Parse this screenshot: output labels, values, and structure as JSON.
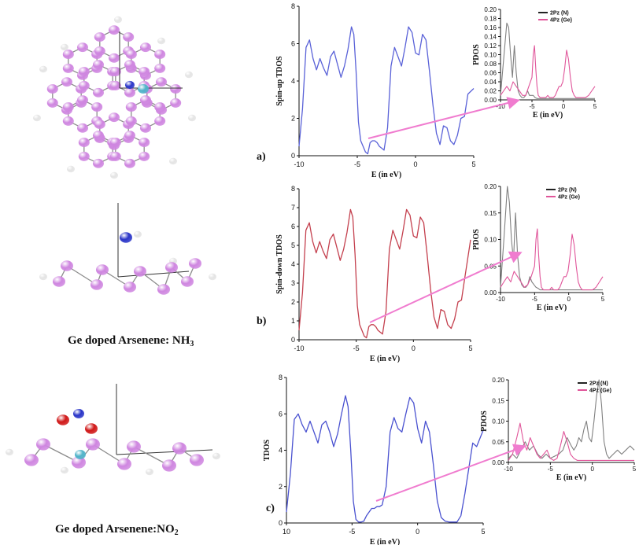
{
  "captions": {
    "nh3": "Ge doped Arsenene: NH",
    "nh3_sub": "3",
    "no2": "Ge doped Arsenene:NO",
    "no2_sub": "2"
  },
  "colors": {
    "as_atom": "#cf86e0",
    "h_atom": "#e4e4e4",
    "n_atom": "#2a35c8",
    "ge_atom": "#4fb3c9",
    "o_atom": "#d01818",
    "arrow": "#f07ccf"
  },
  "chart_data": [
    {
      "type": "line",
      "panel_label": "a)",
      "xlabel": "E (in eV)",
      "ylabel": "Spin-up TDOS",
      "xlim": [
        -10,
        5
      ],
      "ylim": [
        0,
        8
      ],
      "xticks": [
        "-10",
        "-5",
        "0",
        "5"
      ],
      "yticks": [
        "0",
        "2",
        "4",
        "6",
        "8"
      ],
      "series": [
        {
          "color": "#5a62d8",
          "x": [
            -10,
            -9.7,
            -9.4,
            -9.1,
            -8.8,
            -8.5,
            -8.2,
            -7.9,
            -7.6,
            -7.3,
            -7.0,
            -6.7,
            -6.4,
            -6.1,
            -5.8,
            -5.5,
            -5.3,
            -5.1,
            -4.9,
            -4.7,
            -4.5,
            -4.3,
            -4.1,
            -3.9,
            -3.7,
            -3.5,
            -3.3,
            -3.1,
            -2.9,
            -2.7,
            -2.4,
            -2.1,
            -1.8,
            -1.5,
            -1.2,
            -0.9,
            -0.6,
            -0.3,
            0.0,
            0.3,
            0.6,
            0.9,
            1.2,
            1.5,
            1.8,
            2.1,
            2.4,
            2.7,
            3.0,
            3.3,
            3.6,
            3.9,
            4.2,
            4.5,
            5.0
          ],
          "y": [
            0.5,
            2.5,
            5.8,
            6.2,
            5.2,
            4.6,
            5.2,
            4.7,
            4.3,
            5.3,
            5.6,
            4.9,
            4.2,
            4.8,
            5.7,
            6.9,
            6.5,
            4.5,
            1.8,
            0.8,
            0.5,
            0.2,
            0.1,
            0.7,
            0.8,
            0.8,
            0.7,
            0.5,
            0.4,
            0.3,
            1.5,
            4.8,
            5.8,
            5.3,
            4.8,
            5.8,
            6.9,
            6.6,
            5.5,
            5.4,
            6.5,
            6.2,
            4.5,
            2.7,
            1.2,
            0.6,
            1.6,
            1.5,
            0.8,
            0.6,
            1.1,
            2.0,
            2.1,
            3.3,
            3.6
          ]
        }
      ]
    },
    {
      "type": "line",
      "panel_label": "",
      "xlabel": "E (in eV)",
      "ylabel": "PDOS",
      "xlim": [
        -10,
        5
      ],
      "ylim": [
        0,
        0.2
      ],
      "xticks": [
        "-10",
        "-5",
        "0",
        "5"
      ],
      "yticks": [
        "0.00",
        "0.02",
        "0.04",
        "0.06",
        "0.08",
        "0.10",
        "0.12",
        "0.14",
        "0.16",
        "0.18",
        "0.20"
      ],
      "legend": [
        "2Pz (N)",
        "4Pz (Ge)"
      ],
      "series": [
        {
          "name": "2Pz (N)",
          "color": "#808080",
          "x": [
            -10,
            -9.5,
            -9.0,
            -8.7,
            -8.4,
            -8.1,
            -7.8,
            -7.5,
            -7.2,
            -6.9,
            -6.6,
            -6.3,
            -6.0,
            -5.7,
            -5.4,
            -5.1,
            -4.8,
            -4.5,
            -4.2,
            -3.9,
            -3.6,
            -3.3,
            -3.0,
            -2.5,
            -2.0,
            -1.5,
            -1.0,
            -0.5,
            0.0,
            0.5,
            1.0,
            1.5,
            2.0,
            2.5,
            3.0,
            3.5,
            4.0,
            4.5,
            5.0
          ],
          "y": [
            0.01,
            0.09,
            0.17,
            0.16,
            0.1,
            0.05,
            0.12,
            0.06,
            0.02,
            0.01,
            0.005,
            0.005,
            0.01,
            0.02,
            0.01,
            0.01,
            0.01,
            0.005,
            0.003,
            0.003,
            0.003,
            0.003,
            0.003,
            0.003,
            0.003,
            0.003,
            0.003,
            0.003,
            0.003,
            0.003,
            0.003,
            0.003,
            0.003,
            0.003,
            0.003,
            0.003,
            0.003,
            0.003,
            0.003
          ]
        },
        {
          "name": "4Pz (Ge)",
          "color": "#e0559a",
          "x": [
            -10,
            -9.5,
            -9.0,
            -8.5,
            -8.0,
            -7.5,
            -7.0,
            -6.5,
            -6.0,
            -5.5,
            -5.0,
            -4.8,
            -4.6,
            -4.4,
            -4.2,
            -4.0,
            -3.7,
            -3.4,
            -3.1,
            -2.8,
            -2.5,
            -2.2,
            -1.9,
            -1.6,
            -1.3,
            -1.0,
            -0.7,
            -0.4,
            -0.1,
            0.2,
            0.5,
            0.8,
            1.1,
            1.4,
            1.7,
            2.0,
            2.5,
            3.0,
            3.5,
            4.0,
            4.5,
            5.0
          ],
          "y": [
            0.01,
            0.02,
            0.03,
            0.02,
            0.04,
            0.03,
            0.02,
            0.01,
            0.01,
            0.03,
            0.05,
            0.1,
            0.12,
            0.07,
            0.03,
            0.01,
            0.005,
            0.005,
            0.005,
            0.005,
            0.01,
            0.005,
            0.005,
            0.005,
            0.01,
            0.02,
            0.03,
            0.03,
            0.04,
            0.07,
            0.11,
            0.09,
            0.05,
            0.02,
            0.01,
            0.005,
            0.005,
            0.005,
            0.005,
            0.01,
            0.02,
            0.03
          ]
        }
      ]
    },
    {
      "type": "line",
      "panel_label": "b)",
      "xlabel": "E (in eV)",
      "ylabel": "Spin-down TDOS",
      "xlim": [
        -10,
        5
      ],
      "ylim": [
        0,
        8
      ],
      "xticks": [
        "-10",
        "-5",
        "0",
        "5"
      ],
      "yticks": [
        "0",
        "1",
        "2",
        "3",
        "4",
        "5",
        "6",
        "7",
        "8"
      ],
      "series": [
        {
          "color": "#c4404e",
          "x": [
            -10,
            -9.7,
            -9.4,
            -9.1,
            -8.8,
            -8.5,
            -8.2,
            -7.9,
            -7.6,
            -7.3,
            -7.0,
            -6.7,
            -6.4,
            -6.1,
            -5.8,
            -5.5,
            -5.3,
            -5.1,
            -4.9,
            -4.7,
            -4.5,
            -4.3,
            -4.1,
            -3.9,
            -3.7,
            -3.5,
            -3.3,
            -3.1,
            -2.9,
            -2.7,
            -2.4,
            -2.1,
            -1.8,
            -1.5,
            -1.2,
            -0.9,
            -0.6,
            -0.3,
            0.0,
            0.3,
            0.6,
            0.9,
            1.2,
            1.5,
            1.8,
            2.1,
            2.4,
            2.7,
            3.0,
            3.3,
            3.6,
            3.9,
            4.2,
            4.5,
            5.0
          ],
          "y": [
            0.5,
            2.5,
            5.8,
            6.2,
            5.2,
            4.6,
            5.2,
            4.7,
            4.3,
            5.3,
            5.6,
            4.9,
            4.2,
            4.8,
            5.7,
            6.9,
            6.5,
            4.5,
            1.8,
            0.8,
            0.5,
            0.2,
            0.1,
            0.7,
            0.8,
            0.8,
            0.7,
            0.5,
            0.4,
            0.3,
            1.5,
            4.8,
            5.8,
            5.3,
            4.8,
            5.8,
            6.9,
            6.6,
            5.5,
            5.4,
            6.5,
            6.2,
            4.5,
            2.7,
            1.2,
            0.6,
            1.6,
            1.5,
            0.8,
            0.6,
            1.1,
            2.0,
            2.1,
            3.3,
            5.3
          ]
        }
      ]
    },
    {
      "type": "line",
      "panel_label": "",
      "xlabel": "E (in eV)",
      "ylabel": "PDOS",
      "xlim": [
        -10,
        5
      ],
      "ylim": [
        0,
        0.2
      ],
      "xticks": [
        "-10",
        "-5",
        "0",
        "5"
      ],
      "yticks": [
        "0.00",
        "0.05",
        "0.10",
        "0.15",
        "0.20"
      ],
      "legend": [
        "2Pz (N)",
        "4Pz (Ge)"
      ],
      "series": [
        {
          "name": "2Pz (N)",
          "color": "#808080",
          "x": [
            -10,
            -9.5,
            -9.0,
            -8.7,
            -8.4,
            -8.1,
            -7.8,
            -7.5,
            -7.2,
            -6.9,
            -6.6,
            -6.3,
            -6.0,
            -5.7,
            -5.4,
            -5.1,
            -4.8,
            -4.5,
            -4.2,
            -3.9,
            -3.6,
            -3.3,
            -3.0,
            -2.5,
            -2.0,
            -1.5,
            -1.0,
            -0.5,
            0.0,
            0.5,
            1.0,
            1.5,
            2.0,
            2.5,
            3.0,
            3.5,
            4.0,
            4.5,
            5.0
          ],
          "y": [
            0.01,
            0.1,
            0.2,
            0.17,
            0.1,
            0.06,
            0.15,
            0.07,
            0.03,
            0.015,
            0.01,
            0.01,
            0.015,
            0.03,
            0.02,
            0.015,
            0.01,
            0.008,
            0.005,
            0.005,
            0.005,
            0.005,
            0.005,
            0.005,
            0.005,
            0.005,
            0.005,
            0.005,
            0.005,
            0.005,
            0.005,
            0.005,
            0.005,
            0.005,
            0.005,
            0.005,
            0.005,
            0.005,
            0.005
          ]
        },
        {
          "name": "4Pz (Ge)",
          "color": "#e0559a",
          "x": [
            -10,
            -9.5,
            -9.0,
            -8.5,
            -8.0,
            -7.5,
            -7.0,
            -6.5,
            -6.0,
            -5.5,
            -5.0,
            -4.8,
            -4.6,
            -4.4,
            -4.2,
            -4.0,
            -3.7,
            -3.4,
            -3.1,
            -2.8,
            -2.5,
            -2.2,
            -1.9,
            -1.6,
            -1.3,
            -1.0,
            -0.7,
            -0.4,
            -0.1,
            0.2,
            0.5,
            0.8,
            1.1,
            1.4,
            1.7,
            2.0,
            2.5,
            3.0,
            3.5,
            4.0,
            4.5,
            5.0
          ],
          "y": [
            0.01,
            0.02,
            0.03,
            0.02,
            0.04,
            0.03,
            0.02,
            0.01,
            0.015,
            0.03,
            0.05,
            0.1,
            0.12,
            0.07,
            0.03,
            0.01,
            0.005,
            0.005,
            0.005,
            0.005,
            0.01,
            0.005,
            0.005,
            0.005,
            0.01,
            0.02,
            0.03,
            0.03,
            0.04,
            0.07,
            0.11,
            0.09,
            0.05,
            0.02,
            0.01,
            0.005,
            0.005,
            0.005,
            0.005,
            0.01,
            0.02,
            0.03
          ]
        }
      ]
    },
    {
      "type": "line",
      "panel_label": "c)",
      "xlabel": "E (in eV)",
      "ylabel": "TDOS",
      "xlim": [
        -10,
        5
      ],
      "ylim": [
        0,
        8
      ],
      "xticks": [
        "10",
        "-5",
        "0",
        "5"
      ],
      "yticks": [
        "0",
        "2",
        "4",
        "6",
        "8"
      ],
      "series": [
        {
          "color": "#4a52d0",
          "x": [
            -10,
            -9.7,
            -9.4,
            -9.1,
            -8.8,
            -8.5,
            -8.2,
            -7.9,
            -7.6,
            -7.3,
            -7.0,
            -6.7,
            -6.4,
            -6.1,
            -5.8,
            -5.5,
            -5.3,
            -5.1,
            -4.9,
            -4.7,
            -4.5,
            -4.3,
            -4.1,
            -3.9,
            -3.7,
            -3.5,
            -3.3,
            -3.1,
            -2.9,
            -2.7,
            -2.4,
            -2.1,
            -1.8,
            -1.5,
            -1.2,
            -0.9,
            -0.6,
            -0.3,
            0.0,
            0.3,
            0.6,
            0.9,
            1.2,
            1.5,
            1.8,
            2.1,
            2.4,
            2.7,
            3.0,
            3.3,
            3.6,
            3.9,
            4.2,
            4.5,
            5.0
          ],
          "y": [
            0.6,
            2.7,
            5.7,
            6.0,
            5.4,
            5.0,
            5.6,
            5.0,
            4.4,
            5.4,
            5.6,
            5.0,
            4.2,
            4.9,
            6.0,
            7.0,
            6.4,
            4.0,
            1.2,
            0.2,
            0.05,
            0.05,
            0.1,
            0.4,
            0.6,
            0.8,
            0.8,
            0.9,
            0.9,
            1.0,
            2.0,
            5.0,
            5.8,
            5.2,
            5.0,
            6.0,
            6.9,
            6.6,
            5.2,
            4.4,
            5.6,
            5.0,
            3.2,
            1.2,
            0.3,
            0.1,
            0.05,
            0.05,
            0.05,
            0.4,
            1.6,
            3.0,
            4.4,
            4.2,
            5.1
          ]
        }
      ]
    },
    {
      "type": "line",
      "panel_label": "",
      "xlabel": "E (in eV)",
      "ylabel": "PDOS",
      "xlim": [
        -10,
        5
      ],
      "ylim": [
        0,
        0.2
      ],
      "xticks": [
        "-10",
        "-5",
        "0",
        "5"
      ],
      "yticks": [
        "0.00",
        "0.05",
        "0.10",
        "0.15",
        "0.20"
      ],
      "legend": [
        "2Pz (N)",
        "4Pz (Ge)"
      ],
      "series": [
        {
          "name": "2Pz (N)",
          "color": "#808080",
          "x": [
            -10,
            -9.5,
            -9.0,
            -8.5,
            -8.0,
            -7.5,
            -7.0,
            -6.5,
            -6.0,
            -5.5,
            -5.0,
            -4.5,
            -4.0,
            -3.5,
            -3.0,
            -2.5,
            -2.2,
            -1.9,
            -1.6,
            -1.3,
            -1.0,
            -0.7,
            -0.4,
            -0.1,
            0.2,
            0.5,
            0.8,
            1.1,
            1.4,
            1.7,
            2.0,
            2.5,
            3.0,
            3.5,
            4.0,
            4.5,
            5.0
          ],
          "y": [
            0.01,
            0.02,
            0.01,
            0.03,
            0.05,
            0.03,
            0.04,
            0.02,
            0.01,
            0.02,
            0.01,
            0.015,
            0.02,
            0.03,
            0.06,
            0.04,
            0.03,
            0.04,
            0.06,
            0.05,
            0.08,
            0.1,
            0.06,
            0.05,
            0.1,
            0.16,
            0.205,
            0.14,
            0.05,
            0.02,
            0.01,
            0.02,
            0.03,
            0.02,
            0.03,
            0.04,
            0.03
          ]
        },
        {
          "name": "4Pz (Ge)",
          "color": "#e0559a",
          "x": [
            -10,
            -9.5,
            -9.0,
            -8.6,
            -8.2,
            -7.8,
            -7.4,
            -7.0,
            -6.6,
            -6.2,
            -5.8,
            -5.4,
            -5.0,
            -4.6,
            -4.2,
            -3.8,
            -3.4,
            -3.0,
            -2.6,
            -2.2,
            -1.8,
            -1.4,
            -1.0,
            -0.6,
            -0.2,
            0.2,
            0.6,
            1.0,
            1.5,
            2.0,
            2.5,
            3.0,
            3.5,
            4.0,
            4.5,
            5.0
          ],
          "y": [
            0.005,
            0.02,
            0.06,
            0.095,
            0.05,
            0.03,
            0.06,
            0.04,
            0.02,
            0.01,
            0.02,
            0.03,
            0.01,
            0.005,
            0.01,
            0.04,
            0.075,
            0.05,
            0.02,
            0.01,
            0.005,
            0.005,
            0.005,
            0.005,
            0.005,
            0.005,
            0.005,
            0.005,
            0.005,
            0.005,
            0.005,
            0.005,
            0.005,
            0.005,
            0.005,
            0.005
          ]
        }
      ]
    }
  ]
}
